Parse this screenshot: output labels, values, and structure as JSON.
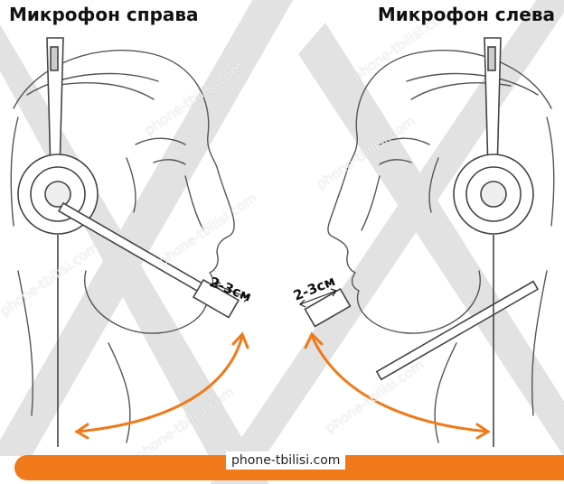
{
  "title_left": "Микрофон справа",
  "title_right": "Микрофон слева",
  "distance_left": "2-3см",
  "distance_right": "2-3см",
  "site": "phone-tbilisi.com",
  "watermark": "phone-tbilisi.com",
  "colors": {
    "accent": "#f07a1a",
    "line": "#555555",
    "band": "#d9d9d9"
  }
}
